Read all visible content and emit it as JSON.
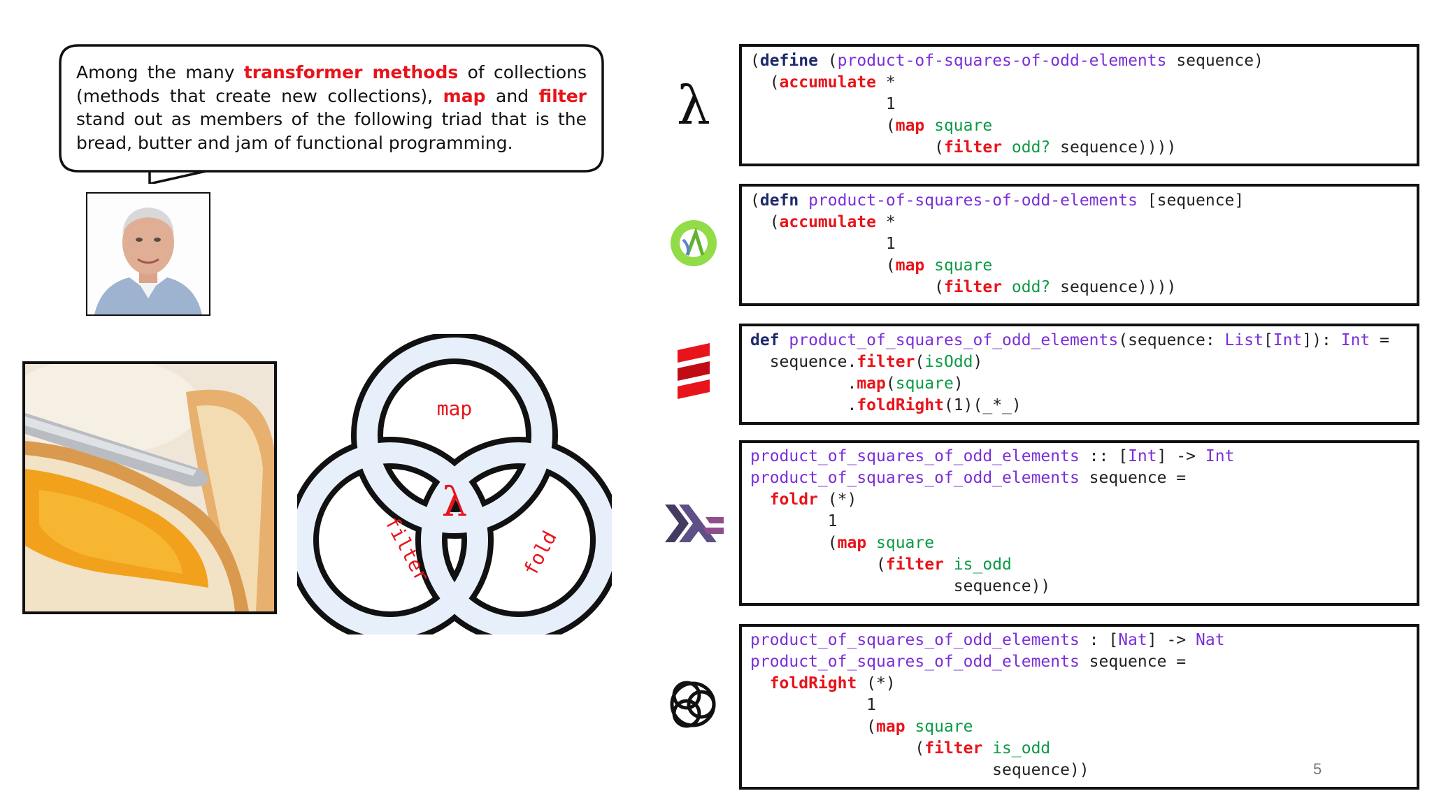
{
  "bubble": {
    "t1": "Among the many ",
    "t2": "transformer methods",
    "t3": " of collections (methods that create new collections), ",
    "t4": "map",
    "t5": " and ",
    "t6": "filter",
    "t7": " stand out as members of the following triad that is the bread, butter and jam of functional programming."
  },
  "triad": {
    "center": "λ",
    "map": "map",
    "filter": "filter",
    "fold": "fold"
  },
  "logos": [
    "scheme-lambda-icon",
    "clojure-icon",
    "scala-icon",
    "haskell-icon",
    "unison-icon"
  ],
  "colors": {
    "highlight": "#e8141b",
    "keyword": "#1d2a6b",
    "function_name": "#7b2fd8",
    "builtin": "#e8141b",
    "argument": "#0c9a46"
  },
  "scheme": {
    "l1a": "(",
    "l1b": "define",
    "l1c": " (",
    "l1d": "product-of-squares-of-odd-elements",
    "l1e": " sequence)",
    "l2a": "  (",
    "l2b": "accumulate",
    "l2c": " *",
    "l3": "              1",
    "l4a": "              (",
    "l4b": "map",
    "l4c": " square",
    "l5a": "                   (",
    "l5b": "filter",
    "l5c": " odd?",
    "l5d": " sequence))))"
  },
  "clojure": {
    "l1a": "(",
    "l1b": "defn",
    "l1c": " ",
    "l1d": "product-of-squares-of-odd-elements",
    "l1e": " [sequence]",
    "l2a": "  (",
    "l2b": "accumulate",
    "l2c": " *",
    "l3": "              1",
    "l4a": "              (",
    "l4b": "map",
    "l4c": " square",
    "l5a": "                   (",
    "l5b": "filter",
    "l5c": " odd?",
    "l5d": " sequence))))"
  },
  "scala": {
    "l1a": "def",
    "l1b": " ",
    "l1c": "product_of_squares_of_odd_elements",
    "l1d": "(sequence: ",
    "l1e": "List",
    "l1f": "[",
    "l1g": "Int",
    "l1h": "]): ",
    "l1i": "Int",
    "l1j": " =",
    "l2a": "  sequence.",
    "l2b": "filter",
    "l2c": "(",
    "l2d": "isOdd",
    "l2e": ")",
    "l3a": "          .",
    "l3b": "map",
    "l3c": "(",
    "l3d": "square",
    "l3e": ")",
    "l4a": "          .",
    "l4b": "foldRight",
    "l4c": "(1)(_*_)"
  },
  "haskell": {
    "l1a": "product_of_squares_of_odd_elements",
    "l1b": " :: [",
    "l1c": "Int",
    "l1d": "] -> ",
    "l1e": "Int",
    "l2a": "product_of_squares_of_odd_elements",
    "l2b": " sequence =",
    "l3a": "  ",
    "l3b": "foldr",
    "l3c": " (*)",
    "l4": "        1",
    "l5a": "        (",
    "l5b": "map",
    "l5c": " square",
    "l6a": "             (",
    "l6b": "filter",
    "l6c": " is_odd",
    "l7": "                     sequence))"
  },
  "unison": {
    "l1a": "product_of_squares_of_odd_elements",
    "l1b": " : [",
    "l1c": "Nat",
    "l1d": "] -> ",
    "l1e": "Nat",
    "l2a": "product_of_squares_of_odd_elements",
    "l2b": " sequence =",
    "l3a": "  ",
    "l3b": "foldRight",
    "l3c": " (*)",
    "l4": "            1",
    "l5a": "            (",
    "l5b": "map",
    "l5c": " square",
    "l6a": "                 (",
    "l6b": "filter",
    "l6c": " is_odd",
    "l7": "                         sequence))"
  },
  "page_number": "5"
}
